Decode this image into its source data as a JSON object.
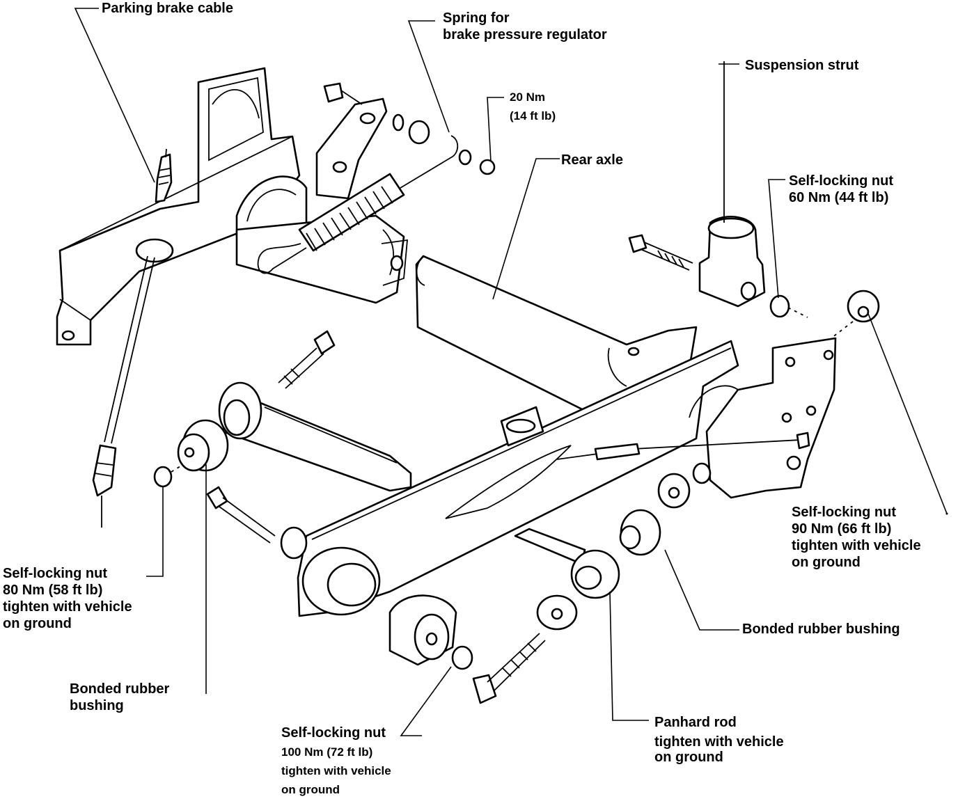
{
  "labels": {
    "parking_brake_cable": "Parking brake cable",
    "spring": [
      "Spring for",
      "brake pressure regulator"
    ],
    "torque_20": [
      "20 Nm",
      "(14 ft lb)"
    ],
    "suspension_strut": "Suspension strut",
    "rear_axle": "Rear axle",
    "nut_60": [
      "Self-locking nut",
      "60 Nm (44 ft lb)"
    ],
    "nut_90": [
      "Self-locking nut",
      "90 Nm (66 ft lb)",
      "tighten with vehicle",
      "on ground"
    ],
    "nut_80": [
      "Self-locking nut",
      "80 Nm (58 ft lb)",
      "tighten with vehicle",
      "on ground"
    ],
    "bushing_right": "Bonded rubber bushing",
    "bushing_left": [
      "Bonded rubber",
      "bushing"
    ],
    "nut_100": [
      "Self-locking nut",
      "100 Nm (72 ft lb)",
      "tighten with vehicle",
      "on ground"
    ],
    "panhard_rod": [
      "Panhard rod",
      "tighten with vehicle",
      "on ground"
    ]
  }
}
